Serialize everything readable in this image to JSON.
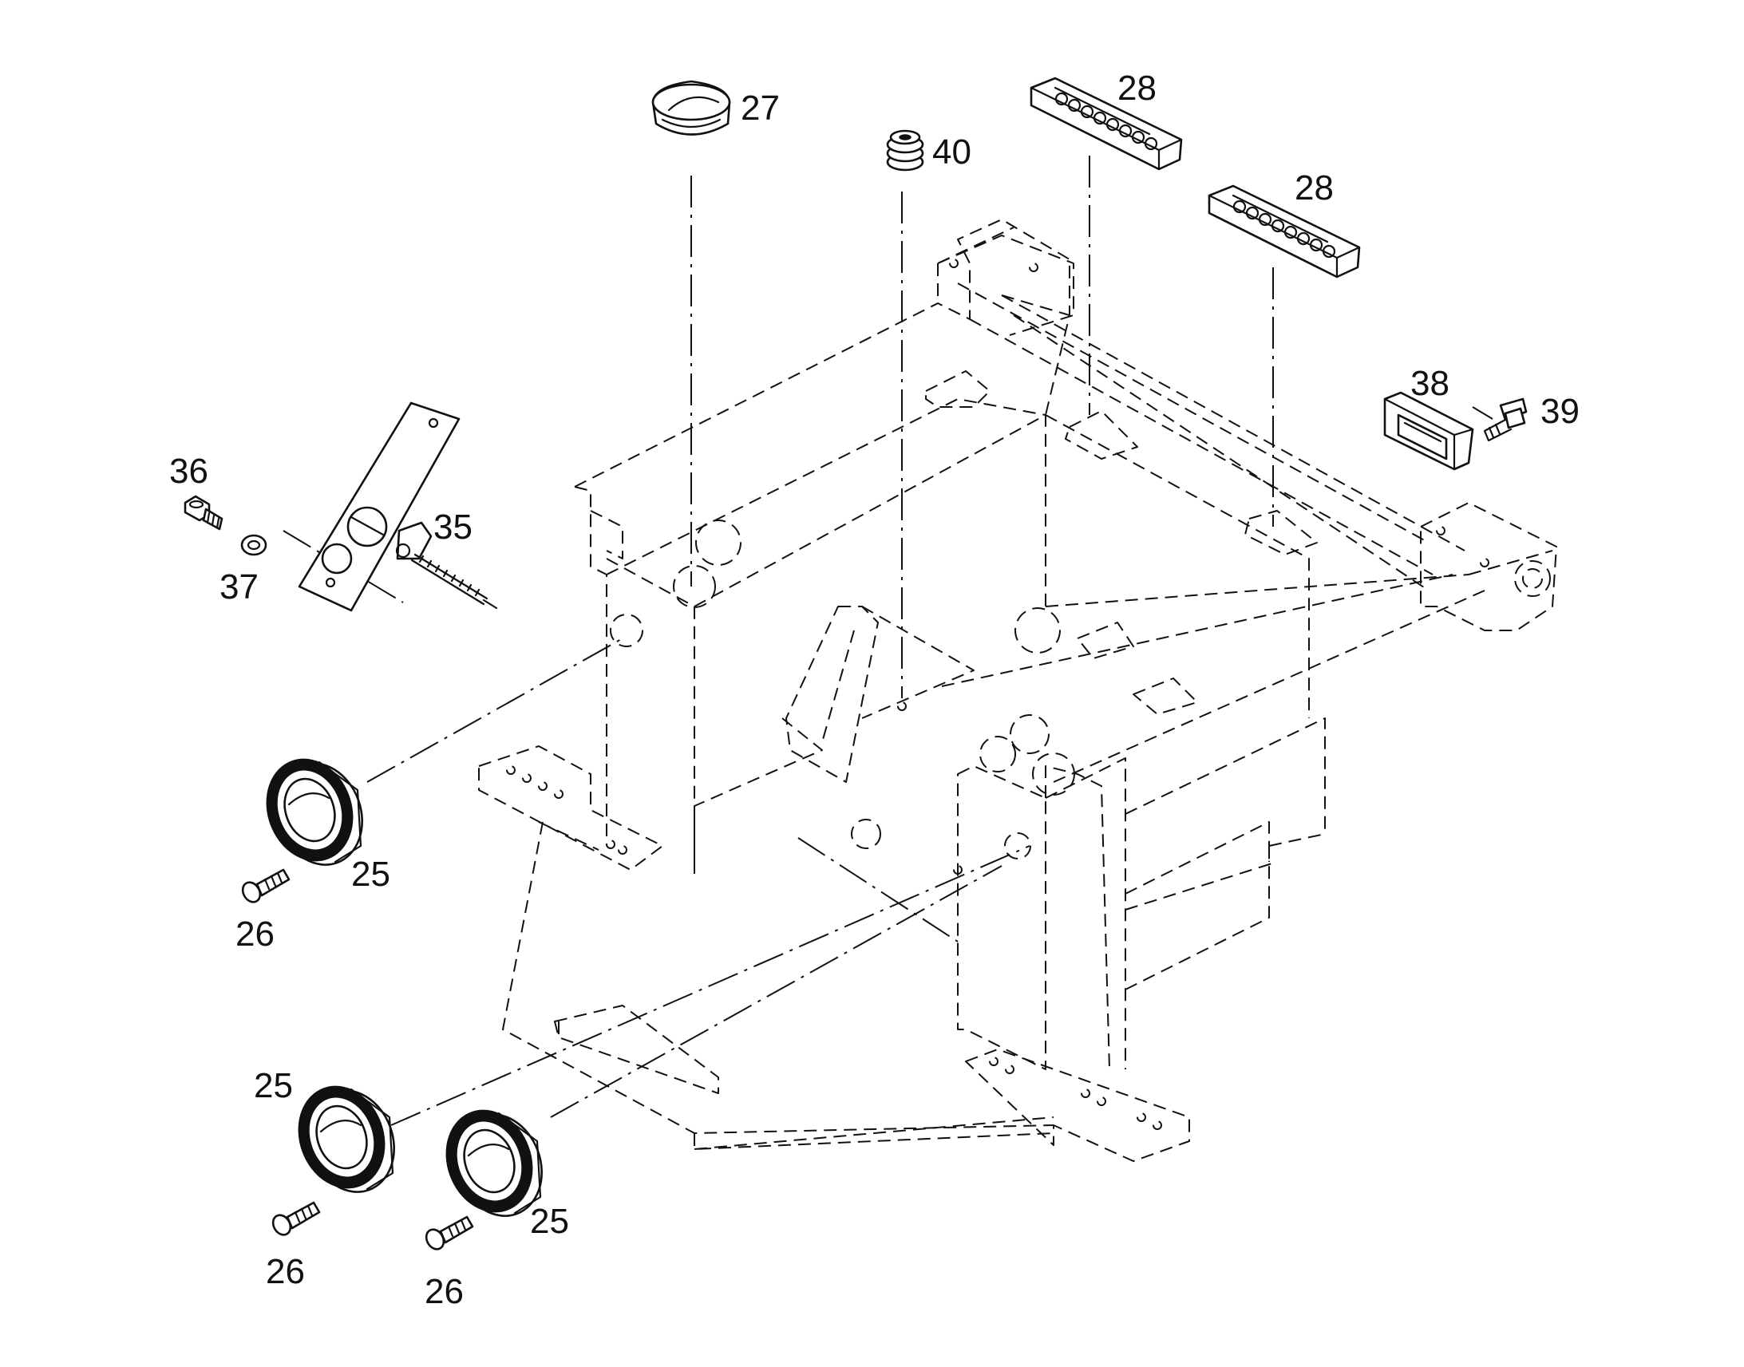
{
  "callouts": [
    {
      "id": "c27",
      "text": "27"
    },
    {
      "id": "c28a",
      "text": "28"
    },
    {
      "id": "c28b",
      "text": "28"
    },
    {
      "id": "c40",
      "text": "40"
    },
    {
      "id": "c38",
      "text": "38"
    },
    {
      "id": "c39",
      "text": "39"
    },
    {
      "id": "c36",
      "text": "36"
    },
    {
      "id": "c35",
      "text": "35"
    },
    {
      "id": "c37",
      "text": "37"
    },
    {
      "id": "c25a",
      "text": "25"
    },
    {
      "id": "c26a",
      "text": "26"
    },
    {
      "id": "c25b",
      "text": "25"
    },
    {
      "id": "c26b",
      "text": "26"
    },
    {
      "id": "c25c",
      "text": "25"
    },
    {
      "id": "c26c",
      "text": "26"
    }
  ]
}
